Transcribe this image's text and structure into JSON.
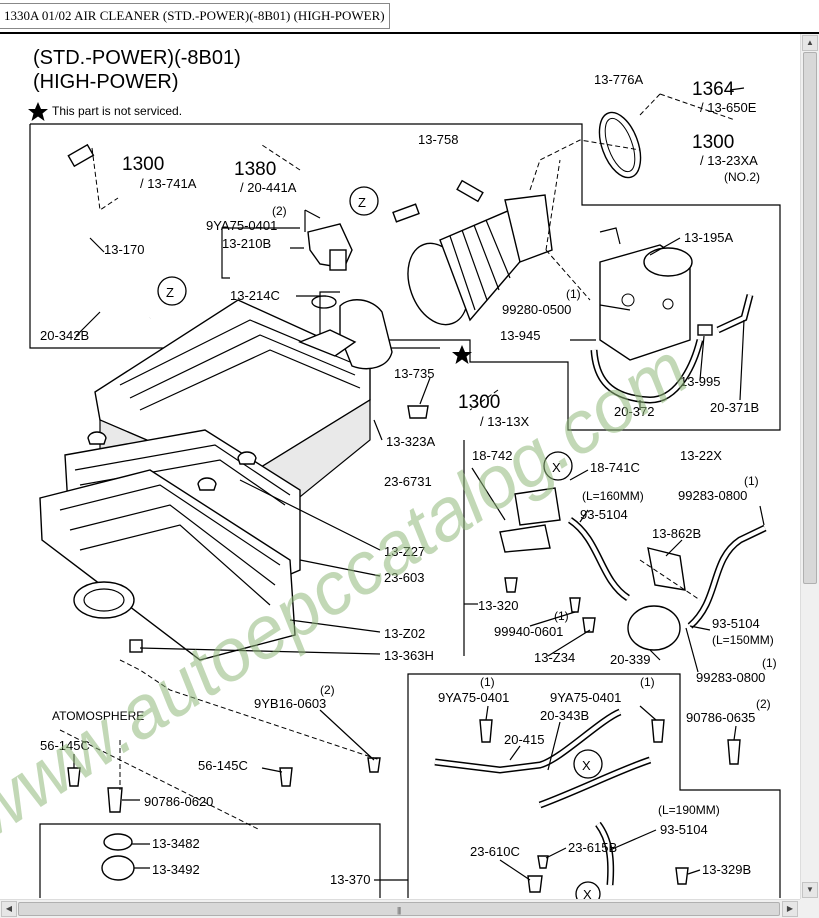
{
  "window": {
    "title": "1330A 01/02 AIR CLEANER (STD.-POWER)(-8B01) (HIGH-POWER)"
  },
  "diagram": {
    "heading_line1": "(STD.-POWER)(-8B01)",
    "heading_line2": "(HIGH-POWER)",
    "note": "This part is not serviced.",
    "watermark": "www.autoepccatalog.com",
    "refs": {
      "r1364": "1364",
      "r1364_sub": "/ 13-650E",
      "r1300a": "1300",
      "r1300a_sub": "/ 13-23XA",
      "r1300a_note": "(NO.2)",
      "r1300b": "1300",
      "r1300b_sub": "/ 13-741A",
      "r1380": "1380",
      "r1380_sub": "/ 20-441A",
      "r1300c": "1300",
      "r1300c_sub": "/ 13-13X"
    },
    "callouts": {
      "c_z1": "Z",
      "c_z2": "Z",
      "c_x1": "X",
      "c_x2": "X",
      "c_x3": "X"
    },
    "labels": {
      "l13776A": "13-776A",
      "l13758": "13-758",
      "l13170": "13-170",
      "l20342B": "20-342B",
      "l9YA750401a_q": "(2)",
      "l9YA750401a": "9YA75-0401",
      "l13210B": "13-210B",
      "l13214C": "13-214C",
      "l13195A": "13-195A",
      "l99280_q": "(1)",
      "l99280": "99280-0500",
      "l13945": "13-945",
      "l13995": "13-995",
      "l20372": "20-372",
      "l20371B": "20-371B",
      "l13735": "13-735",
      "l13323A": "13-323A",
      "l13Z2X": "13-22X",
      "l18742": "18-742",
      "l18741C": "18-741C",
      "l23B731": "23-6731",
      "lL160": "(L=160MM)",
      "l935104a": "93-5104",
      "l99283a_q": "(1)",
      "l99283a": "99283-0800",
      "l13862B": "13-862B",
      "l13Z27": "13-Z27",
      "l23603": "23-603",
      "l13320": "13-320",
      "l99940_q": "(1)",
      "l99940": "99940-0601",
      "l13Z02": "13-Z02",
      "l13Z34": "13-Z34",
      "l935104b": "93-5104",
      "lL150": "(L=150MM)",
      "l13363H": "13-363H",
      "l20339": "20-339",
      "l99283b_q": "(1)",
      "l99283b": "99283-0800",
      "l9YB16_q": "(2)",
      "l9YB16": "9YB16-0603",
      "latmos": "ATOMOSPHERE",
      "l56145Ca": "56-145C",
      "l56145Cb": "56-145C",
      "l90786a": "90786-0620",
      "l133482": "13-3482",
      "l133492": "13-3492",
      "l13370": "13-370",
      "l9YA75b_q": "(1)",
      "l9YA75b": "9YA75-0401",
      "l9YA75c_q": "(1)",
      "l9YA75c": "9YA75-0401",
      "l20343B": "20-343B",
      "l20415": "20-415",
      "l90786b_q": "(2)",
      "l90786b": "90786-0635",
      "lL190": "(L=190MM)",
      "l935104c": "93-5104",
      "l23610C": "23-610C",
      "l23615B": "23-615B",
      "l13329B": "13-329B"
    }
  },
  "scrollbars": {
    "up_arrow": "▲",
    "down_arrow": "▼",
    "left_arrow": "◀",
    "right_arrow": "▶",
    "grip": "|||"
  }
}
